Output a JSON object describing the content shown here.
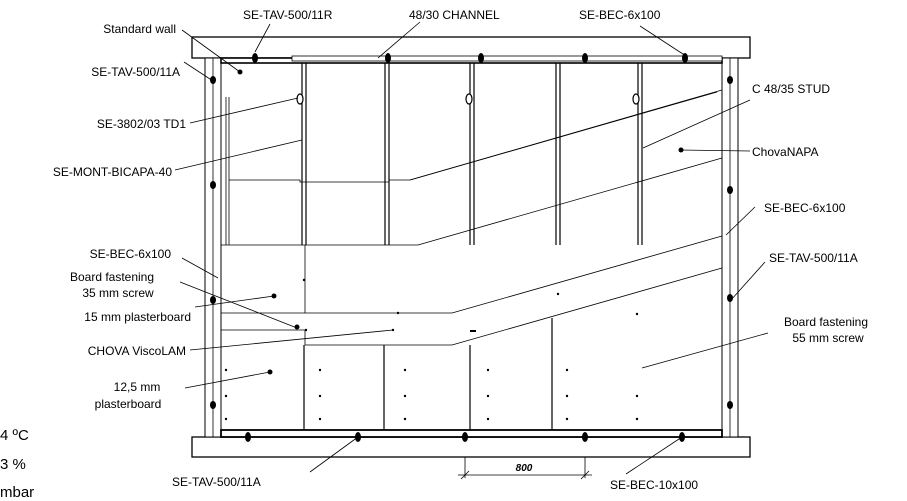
{
  "labels": {
    "standard_wall": "Standard wall",
    "tav_top": "SE-TAV-500/11R",
    "channel": "48/30 CHANNEL",
    "bec_top": "SE-BEC-6x100",
    "tav_left": "SE-TAV-500/11A",
    "stud": "C 48/35 STUD",
    "td1": "SE-3802/03 TD1",
    "chovanapa": "ChovaNAPA",
    "bicapa": "SE-MONT-BICAPA-40",
    "bec_right": "SE-BEC-6x100",
    "bec_left": "SE-BEC-6x100",
    "tav_right": "SE-TAV-500/11A",
    "board35_line1": "Board fastening",
    "board35_line2": "35 mm screw",
    "plaster15": "15 mm plasterboard",
    "board55_line1": "Board fastening",
    "board55_line2": "55 mm screw",
    "viscolam": "CHOVA ViscoLAM",
    "plaster125_line1": "12,5 mm",
    "plaster125_line2": "plasterboard",
    "tav_bottom": "SE-TAV-500/11A",
    "bec_bottom": "SE-BEC-10x100",
    "dimension": "800"
  },
  "side_readings": [
    "4 ºC",
    "3 %",
    "mbar"
  ]
}
